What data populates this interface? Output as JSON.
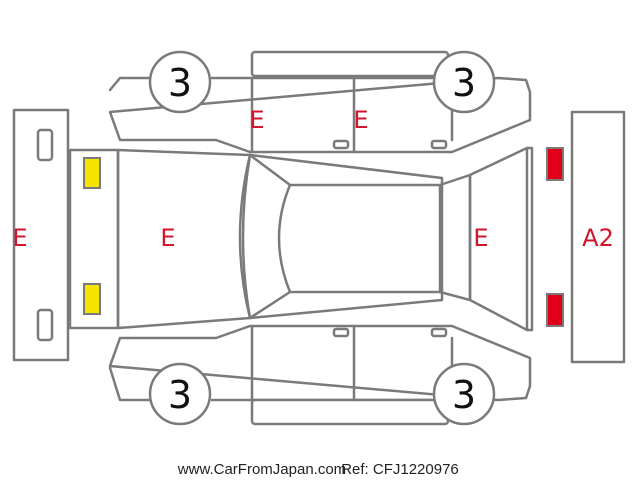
{
  "diagram": {
    "front_bumper_grade": "E",
    "hood_grade": "E",
    "front_left_door_grade": "E",
    "rear_left_door_grade": "E",
    "trunk_grade": "E",
    "rear_bumper_grade": "A2",
    "tire_front_left": "3",
    "tire_rear_left": "3",
    "tire_front_right": "3",
    "tire_rear_right": "3"
  },
  "colors": {
    "headlight": "#f4e400",
    "taillight": "#e0001a",
    "grade_text": "#d0142c",
    "outline": "#7a7a7a"
  },
  "footer": {
    "site": "www.CarFromJapan.com",
    "ref": "Ref: CFJ1220976"
  }
}
